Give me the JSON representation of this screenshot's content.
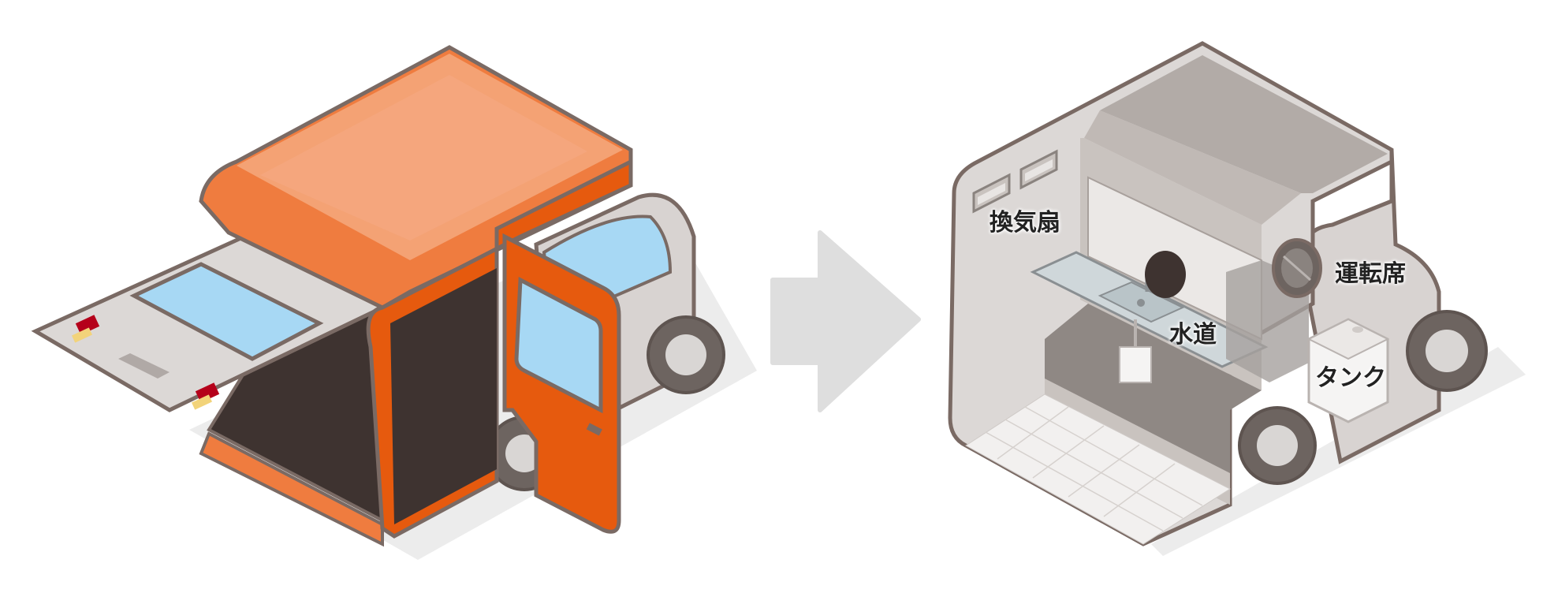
{
  "labels": {
    "vent": "換気扇",
    "driver_seat": "運転席",
    "water": "水道",
    "tank": "タンク"
  },
  "colors": {
    "orange_light": "#f4a274",
    "orange_mid": "#ef7c3f",
    "orange_dark": "#e65a0e",
    "outline": "#7a6a64",
    "interior_dark": "#3e3330",
    "glass": "#a7d8f4",
    "panel_gray": "#dcd8d6",
    "arrow_gray": "#dedede",
    "shadow_gray": "#ececec"
  }
}
